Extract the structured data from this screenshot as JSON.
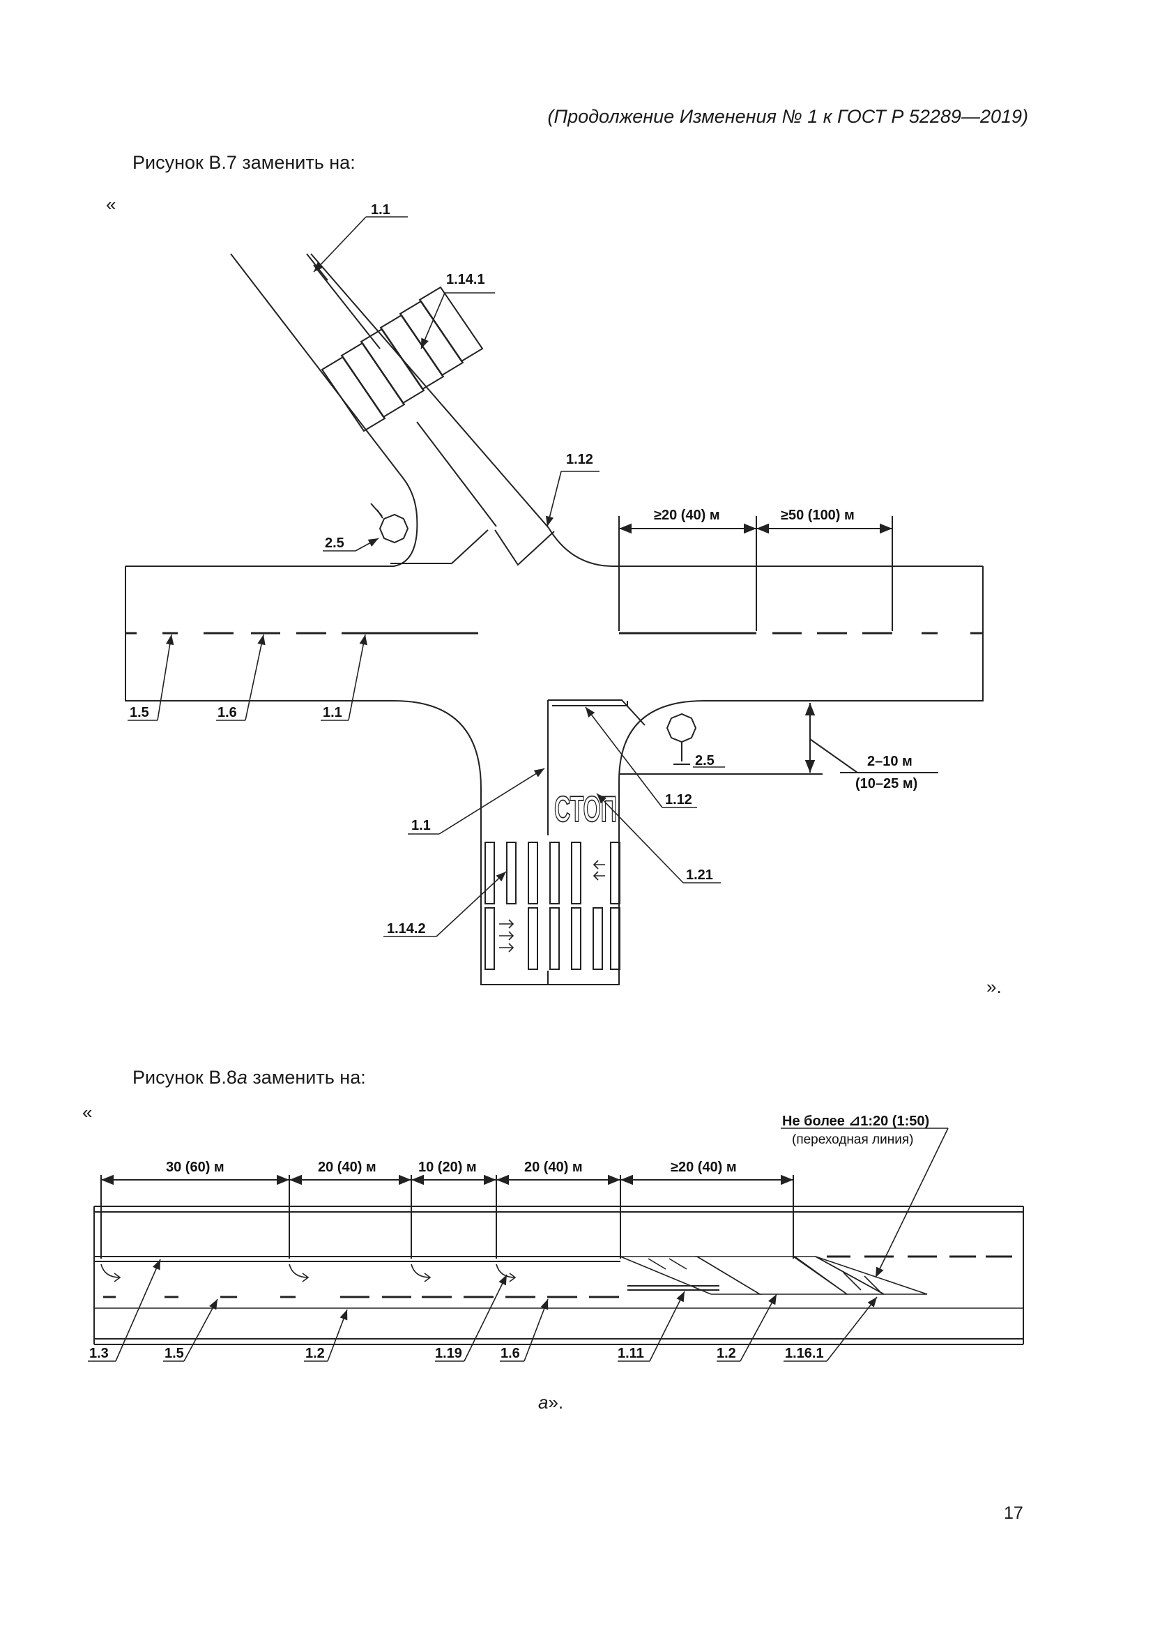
{
  "header": "(Продолжение Изменения № 1 к ГОСТ Р 52289—2019)",
  "fig7": {
    "caption": "Рисунок В.7 заменить на:",
    "open_quote": "«",
    "close_quote": "».",
    "labels": {
      "l1_1_top": "1.1",
      "l1_14_1": "1.14.1",
      "l1_12_top": "1.12",
      "l2_5_left": "2.5",
      "dim_20": "≥20 (40) м",
      "dim_50": "≥50 (100) м",
      "l1_5": "1.5",
      "l1_6": "1.6",
      "l1_1_mid": "1.1",
      "l2_5_right": "2.5",
      "dist_a": "2–10 м",
      "dist_b": "(10–25 м)",
      "l1_1_low": "1.1",
      "l1_12_low": "1.12",
      "l1_21": "1.21",
      "l1_14_2": "1.14.2",
      "stop_word": "СТОП"
    }
  },
  "fig8a": {
    "caption_prefix": "Рисунок В.8",
    "caption_italic": "а",
    "caption_suffix": " заменить на:",
    "open_quote": "«",
    "note_line1": "Не более ⊿1:20 (1:50)",
    "note_line2": "(переходная линия)",
    "dims": [
      "30 (60) м",
      "20 (40) м",
      "10 (20) м",
      "20 (40) м",
      "≥20 (40) м"
    ],
    "labels": [
      "1.3",
      "1.5",
      "1.2",
      "1.19",
      "1.6",
      "1.11",
      "1.2",
      "1.16.1"
    ],
    "sub_italic": "а",
    "sub_suffix": "»."
  },
  "page_number": "17"
}
